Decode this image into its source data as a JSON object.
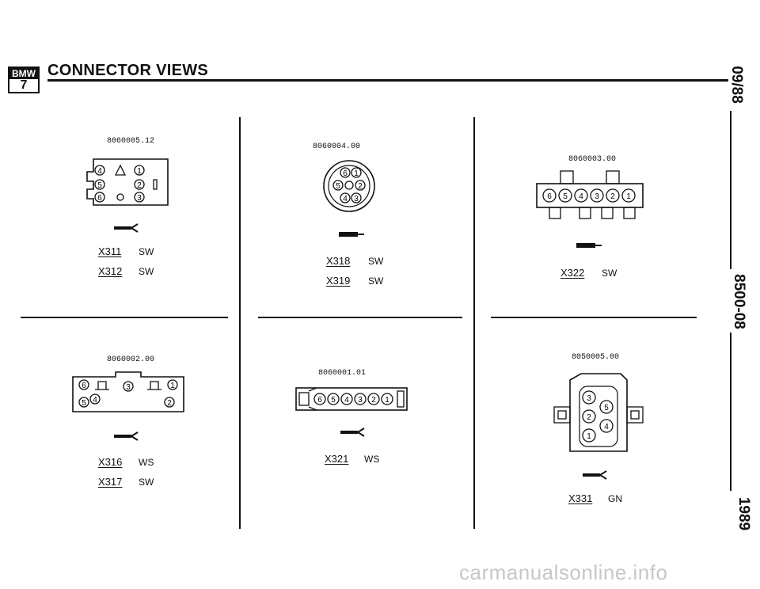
{
  "header": {
    "logo_top": "BMW",
    "logo_num": "7",
    "title": "CONNECTOR VIEWS"
  },
  "side": {
    "date": "09/88",
    "code": "8500-08",
    "year": "1989"
  },
  "panels": [
    {
      "code": "8060005.12",
      "pins": [
        "4",
        "1",
        "5",
        "2",
        "6",
        "3"
      ],
      "connectors": [
        {
          "id": "X311",
          "color": "SW"
        },
        {
          "id": "X312",
          "color": "SW"
        }
      ]
    },
    {
      "code": "8060004.00",
      "pins": [
        "6",
        "1",
        "5",
        "2",
        "4",
        "3"
      ],
      "connectors": [
        {
          "id": "X318",
          "color": "SW"
        },
        {
          "id": "X319",
          "color": "SW"
        }
      ]
    },
    {
      "code": "8060003.00",
      "pins": [
        "6",
        "5",
        "4",
        "3",
        "2",
        "1"
      ],
      "connectors": [
        {
          "id": "X322",
          "color": "SW"
        }
      ]
    },
    {
      "code": "8060002.00",
      "pins": [
        "6",
        "3",
        "1",
        "5",
        "4",
        "2"
      ],
      "connectors": [
        {
          "id": "X316",
          "color": "WS"
        },
        {
          "id": "X317",
          "color": "SW"
        }
      ]
    },
    {
      "code": "8060001.01",
      "pins": [
        "6",
        "5",
        "4",
        "3",
        "2",
        "1"
      ],
      "connectors": [
        {
          "id": "X321",
          "color": "WS"
        }
      ]
    },
    {
      "code": "8050005.00",
      "pins": [
        "3",
        "5",
        "2",
        "4",
        "1"
      ],
      "connectors": [
        {
          "id": "X331",
          "color": "GN"
        }
      ]
    }
  ],
  "watermark": "carmanualsonline.info"
}
